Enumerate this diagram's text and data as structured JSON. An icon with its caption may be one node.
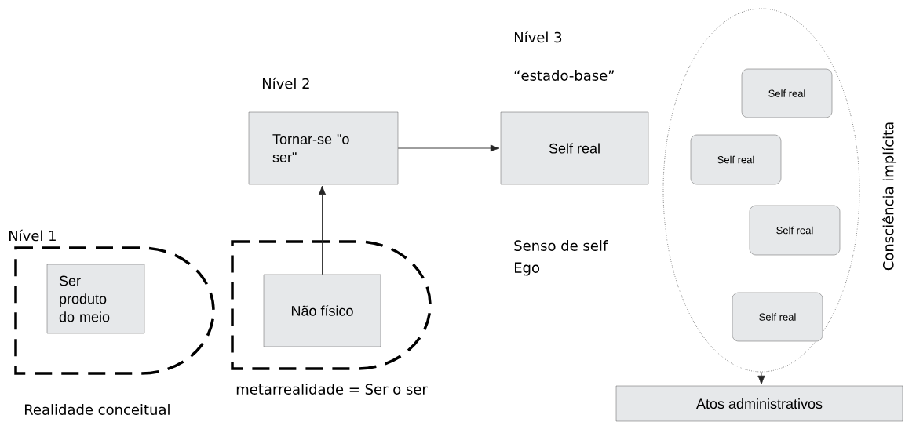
{
  "diagram": {
    "nodes": [
      {
        "text": [],
        "shape": "box"
      },
      {
        "text": [
          "Ser produto do meio"
        ],
        "in": 0
      },
      {
        "text": [],
        "shape": "box"
      },
      {
        "text": [
          "Não físico"
        ],
        "in": 2
      },
      {
        "text": [
          "Tornar-se \"o ser\""
        ]
      },
      {
        "text": [
          "Self real"
        ]
      },
      {
        "text": [],
        "shape": "ellipse"
      },
      {
        "text": [
          "Self real"
        ],
        "in": 6
      },
      {
        "text": [
          "Self real"
        ],
        "in": 6
      },
      {
        "text": [
          "Self real"
        ],
        "in": 6
      },
      {
        "text": [
          "Self real"
        ],
        "in": 6
      },
      {
        "text": [
          "Atos administrativos"
        ]
      }
    ],
    "edges": [
      {
        "from": 3,
        "to": 4,
        "arrow": "to"
      },
      {
        "from": 4,
        "to": 5,
        "arrow": "to"
      },
      {
        "from": 6,
        "to": 11,
        "arrow": "to"
      }
    ],
    "labels": [
      "Nível 1",
      "Nível 2",
      "Nível 3",
      "“estado-base”",
      "Senso de self",
      "Ego",
      "Realidade conceitual",
      "metarrealidade = Ser o ser",
      "Consciência implícita"
    ]
  }
}
